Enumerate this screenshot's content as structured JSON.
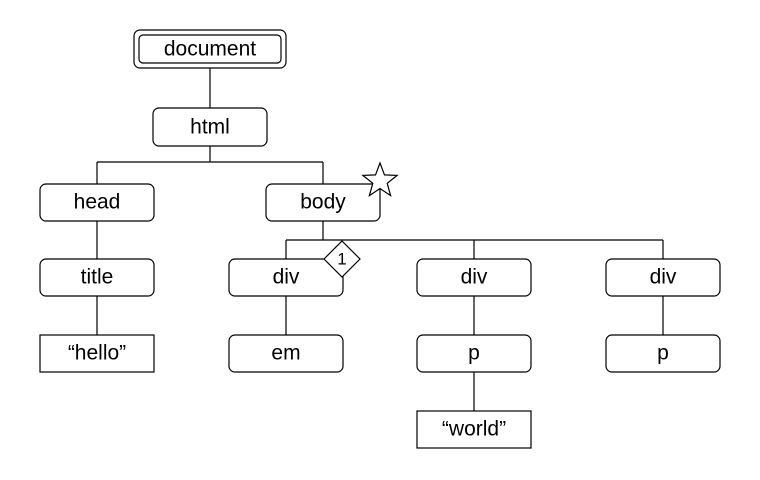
{
  "diagram": {
    "nodes": {
      "document": "document",
      "html": "html",
      "head": "head",
      "body": "body",
      "title": "title",
      "hello": "“hello”",
      "div1": "div",
      "div2": "div",
      "div3": "div",
      "em": "em",
      "p1": "p",
      "p2": "p",
      "world": "“world”"
    },
    "badges": {
      "div1_number": "1"
    },
    "icons": {
      "body_marker": "star-icon",
      "div1_marker": "diamond-icon"
    },
    "colors": {
      "stroke": "#000000",
      "fill": "#ffffff"
    }
  }
}
